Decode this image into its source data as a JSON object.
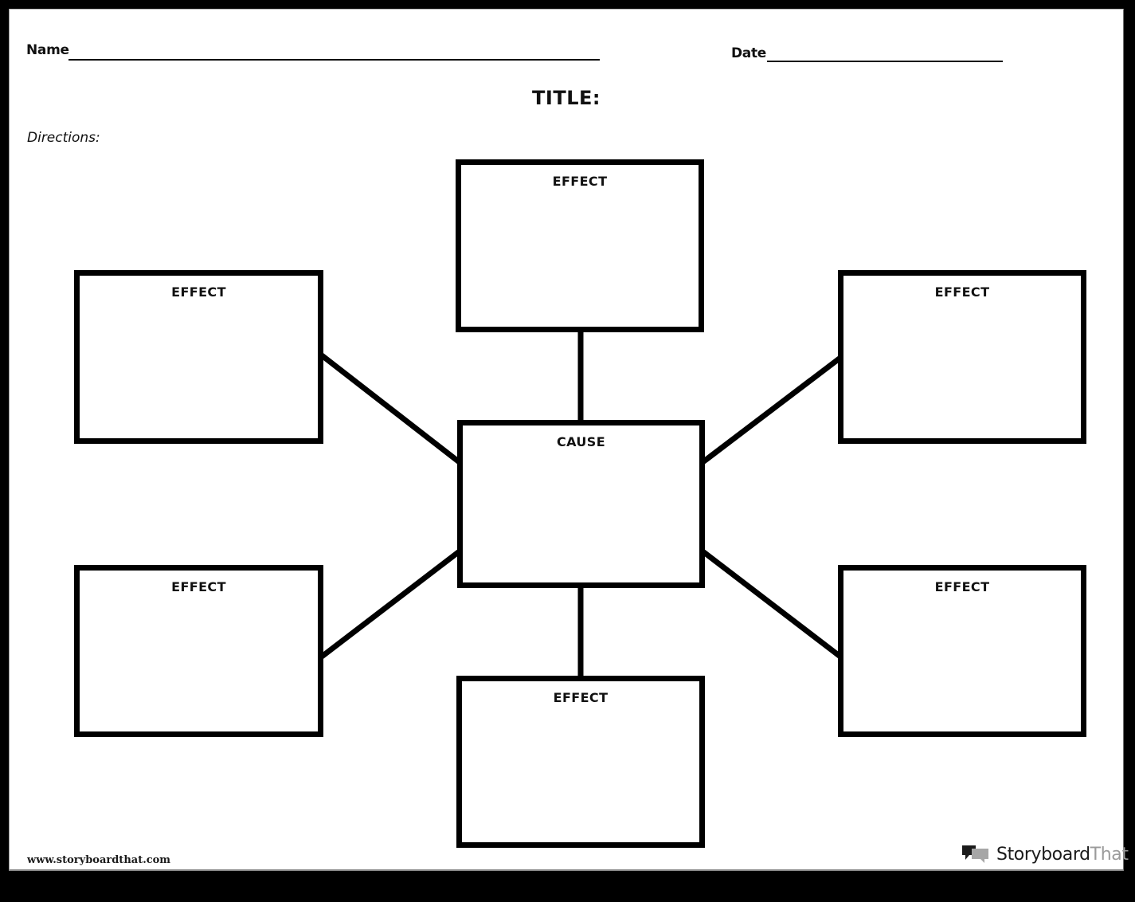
{
  "page": {
    "worksheet_type": "Cause and Effect Graphic Organizer",
    "background": "#ffffff",
    "frame_color": "#000000",
    "ink_color": "#000000"
  },
  "header": {
    "name_label": "Name",
    "date_label": "Date",
    "title": "TITLE:",
    "directions_label": "Directions:"
  },
  "diagram": {
    "type": "cause-and-effect web",
    "center": {
      "id": "cause",
      "label": "CAUSE"
    },
    "effects": [
      {
        "id": "effect-top",
        "label": "EFFECT",
        "position": "top"
      },
      {
        "id": "effect-left-top",
        "label": "EFFECT",
        "position": "left-top"
      },
      {
        "id": "effect-right-top",
        "label": "EFFECT",
        "position": "right-top"
      },
      {
        "id": "effect-left-bottom",
        "label": "EFFECT",
        "position": "left-bottom"
      },
      {
        "id": "effect-right-bottom",
        "label": "EFFECT",
        "position": "right-bottom"
      },
      {
        "id": "effect-bottom",
        "label": "EFFECT",
        "position": "bottom"
      }
    ],
    "connector_count": 6,
    "connector_style": "solid black line"
  },
  "footer": {
    "url": "www.storyboardthat.com",
    "logo_primary": "Storyboard",
    "logo_secondary": "That",
    "logo_primary_color": "#1b1b1b",
    "logo_secondary_color": "#9b9b9b"
  }
}
